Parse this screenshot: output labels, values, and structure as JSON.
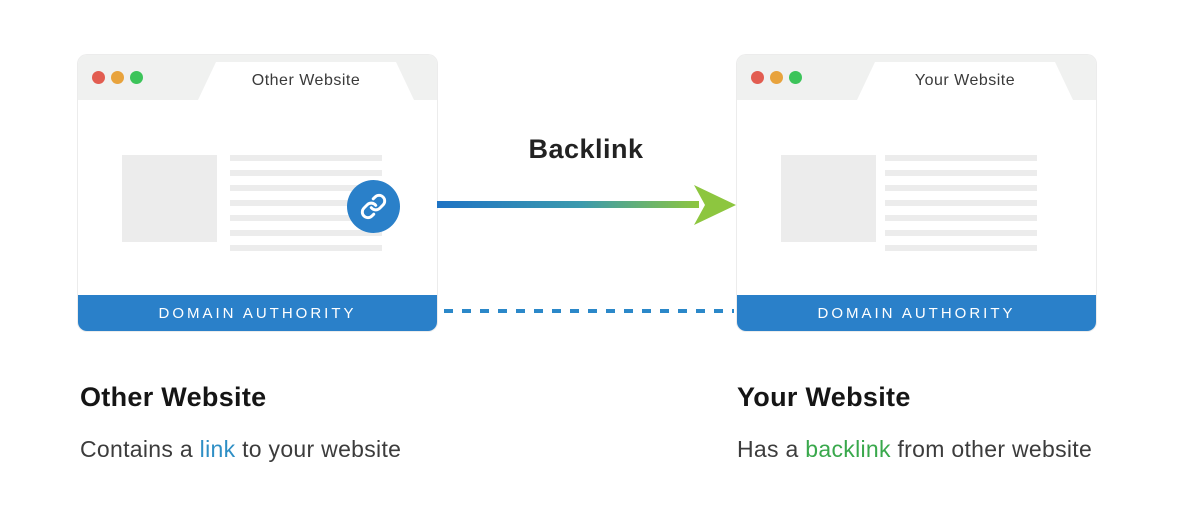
{
  "diagram": {
    "backlink_label": "Backlink",
    "left_window": {
      "tab_title": "Other Website",
      "footer_label": "DOMAIN AUTHORITY"
    },
    "right_window": {
      "tab_title": "Your Website",
      "footer_label": "DOMAIN AUTHORITY"
    },
    "left_caption": {
      "heading": "Other Website",
      "text_before": "Contains a ",
      "keyword": "link",
      "text_after": " to your website"
    },
    "right_caption": {
      "heading": "Your Website",
      "text_before": "Has a ",
      "keyword": "backlink",
      "text_after": " from other website"
    },
    "icons": {
      "link_badge": "link-icon",
      "traffic_lights": [
        "close-dot",
        "minimize-dot",
        "maximize-dot"
      ]
    },
    "colors": {
      "accent_blue": "#2a80c9",
      "arrow_blue": "#1e73c4",
      "arrow_green": "#8dc63f",
      "dash_blue": "#2b88c9",
      "link_blue": "#2e8fc5",
      "backlink_green": "#39a84c",
      "dot_red": "#e25d51",
      "dot_orange": "#e8a33d",
      "dot_green": "#3cc45a",
      "chrome_gray": "#f0f1f0",
      "skeleton_gray": "#ececec",
      "text_dark": "#222222"
    }
  }
}
